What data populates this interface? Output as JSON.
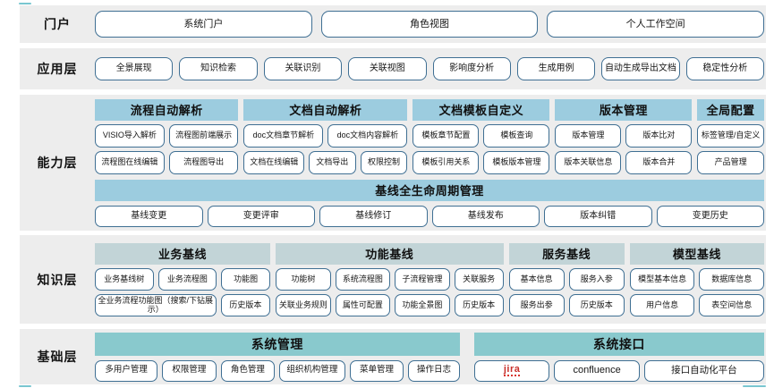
{
  "colors": {
    "band_bg": "#ededed",
    "btn_border": "#3f6f93",
    "cap_header": "#9cccdf",
    "know_header": "#c2d4d7",
    "base_header": "#89c9cd",
    "jira_red": "#c8302b"
  },
  "layers": [
    {
      "id": "portal",
      "label": "门户",
      "items": [
        "系统门户",
        "角色视图",
        "个人工作空间"
      ]
    },
    {
      "id": "application",
      "label": "应用层",
      "items": [
        "全景展现",
        "知识检索",
        "关联识别",
        "关联视图",
        "影响度分析",
        "生成用例",
        "自动生成导出文档",
        "稳定性分析"
      ]
    },
    {
      "id": "capability",
      "label": "能力层",
      "groups": [
        {
          "title": "流程自动解析",
          "rows": [
            [
              "VISIO导入解析",
              "流程图前端展示"
            ],
            [
              "流程图在线编辑",
              "流程图导出"
            ]
          ]
        },
        {
          "title": "文档自动解析",
          "rows": [
            [
              "doc文档章节解析",
              "doc文档内容解析"
            ],
            [
              "文档在线编辑",
              "文档导出",
              "权限控制"
            ]
          ]
        },
        {
          "title": "文档模板自定义",
          "rows": [
            [
              "模板章节配置",
              "模板查询"
            ],
            [
              "模板引用关系",
              "模板版本管理"
            ]
          ]
        },
        {
          "title": "版本管理",
          "rows": [
            [
              "版本管理",
              "版本比对"
            ],
            [
              "版本关联信息",
              "版本合并"
            ]
          ]
        },
        {
          "title": "全局配置",
          "rows": [
            [
              "标签管理/自定义"
            ],
            [
              "产品管理"
            ]
          ]
        }
      ],
      "lifecycle": {
        "title": "基线全生命周期管理",
        "items": [
          "基线变更",
          "变更评审",
          "基线修订",
          "基线发布",
          "版本纠错",
          "变更历史"
        ]
      }
    },
    {
      "id": "knowledge",
      "label": "知识层",
      "groups": [
        {
          "title": "业务基线",
          "rows": [
            [
              "业务基线树",
              "业务流程图",
              "功能图"
            ],
            [
              "全业务流程功能图（搜索/下钻展示）",
              "历史版本"
            ]
          ]
        },
        {
          "title": "功能基线",
          "rows": [
            [
              "功能树",
              "系统流程图",
              "子流程管理",
              "关联服务"
            ],
            [
              "关联业务规则",
              "属性可配置",
              "功能全景图",
              "历史版本"
            ]
          ]
        },
        {
          "title": "服务基线",
          "rows": [
            [
              "基本信息",
              "服务入参"
            ],
            [
              "服务出参",
              "历史版本"
            ]
          ]
        },
        {
          "title": "模型基线",
          "rows": [
            [
              "模型基本信息",
              "数据库信息"
            ],
            [
              "用户信息",
              "表空间信息"
            ]
          ]
        }
      ]
    },
    {
      "id": "foundation",
      "label": "基础层",
      "groups": [
        {
          "title": "系统管理",
          "rows": [
            [
              "多用户管理",
              "权限管理",
              "角色管理",
              "组织机构管理",
              "菜单管理",
              "操作日志"
            ]
          ]
        },
        {
          "title": "系统接口",
          "rows": [
            [
              "jira",
              "confluence",
              "接口自动化平台"
            ]
          ]
        }
      ]
    }
  ]
}
